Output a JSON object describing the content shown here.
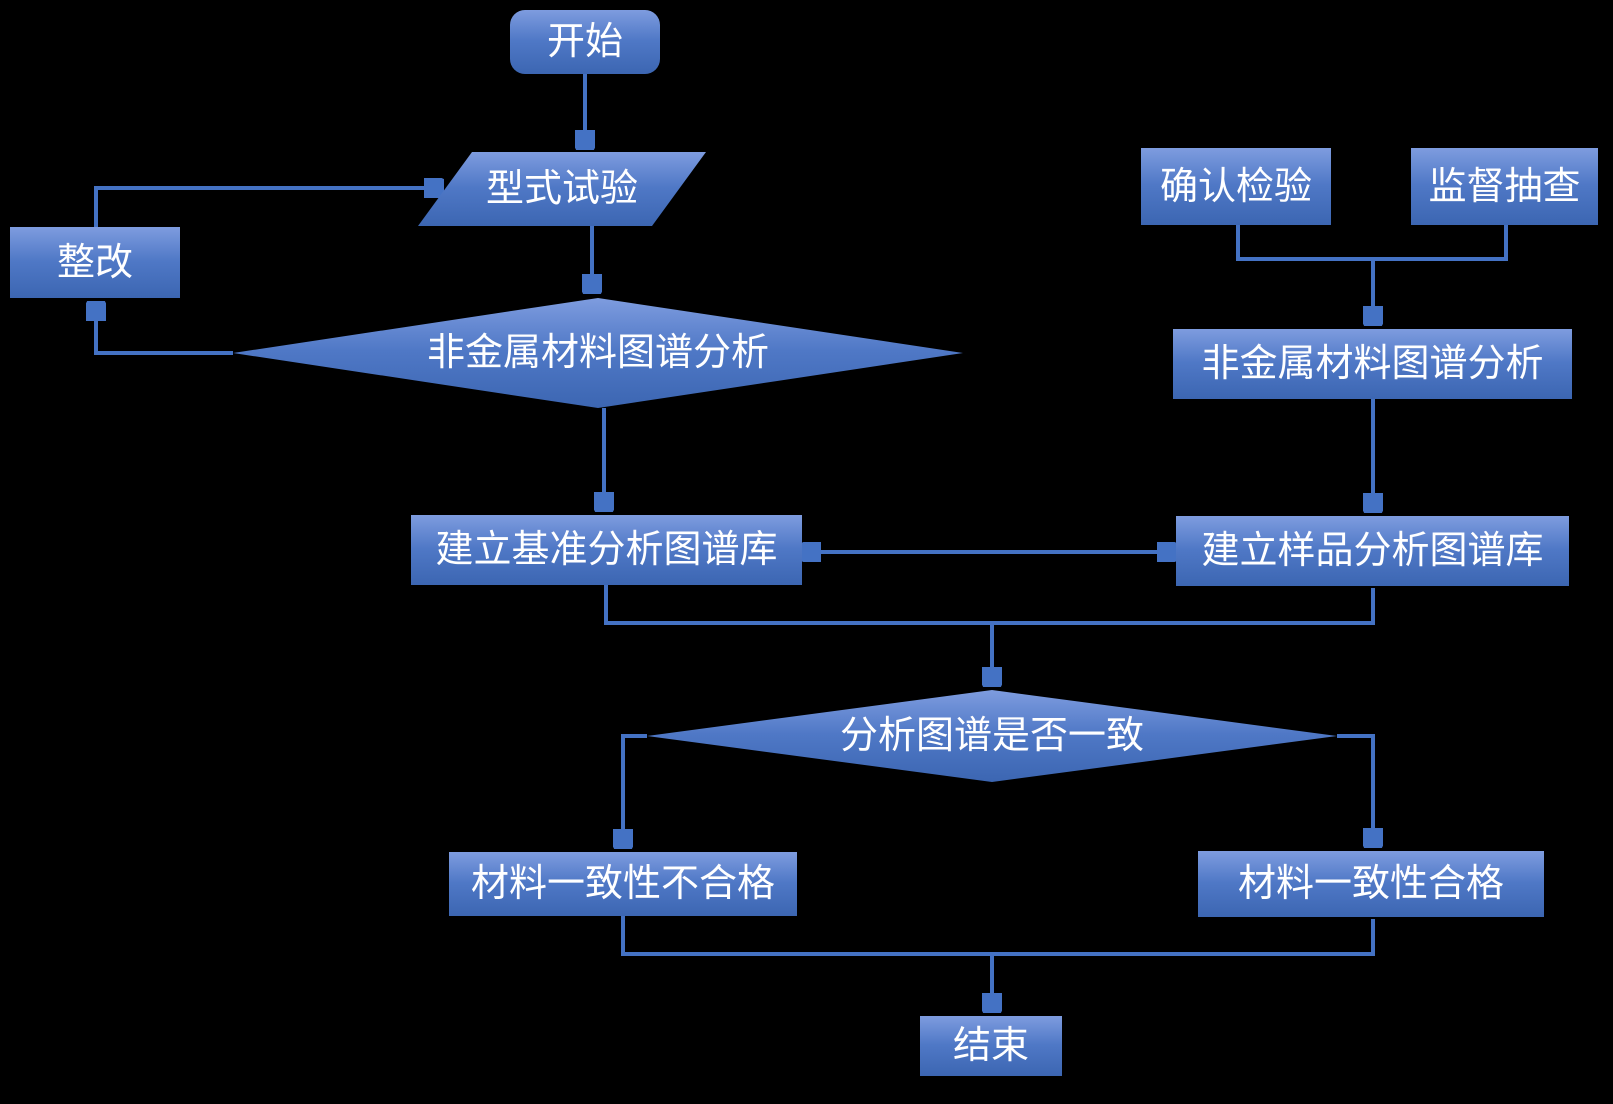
{
  "diagram": {
    "title": "",
    "colors": {
      "background": "#000000",
      "node_gradient_top": "#7e9cdf",
      "node_gradient_mid": "#4f78c6",
      "node_gradient_bottom": "#3c66b2",
      "edge": "#4472c4",
      "text": "#ffffff"
    },
    "nodes": [
      {
        "id": "start",
        "shape": "rounded-rect",
        "label": "开始"
      },
      {
        "id": "type-test",
        "shape": "parallelogram",
        "label": "型式试验"
      },
      {
        "id": "rectify",
        "shape": "rect",
        "label": "整改"
      },
      {
        "id": "spectrum-decision",
        "shape": "diamond",
        "label": "非金属材料图谱分析"
      },
      {
        "id": "baseline-library",
        "shape": "rect",
        "label": "建立基准分析图谱库"
      },
      {
        "id": "confirm-inspection",
        "shape": "rect",
        "label": "确认检验"
      },
      {
        "id": "supervision-sampling",
        "shape": "rect",
        "label": "监督抽查"
      },
      {
        "id": "sample-analysis",
        "shape": "rect",
        "label": "非金属材料图谱分析"
      },
      {
        "id": "sample-library",
        "shape": "rect",
        "label": "建立样品分析图谱库"
      },
      {
        "id": "consistency-decision",
        "shape": "diamond",
        "label": "分析图谱是否一致"
      },
      {
        "id": "fail",
        "shape": "rect",
        "label": "材料一致性不合格"
      },
      {
        "id": "pass",
        "shape": "rect",
        "label": "材料一致性合格"
      },
      {
        "id": "end",
        "shape": "rect",
        "label": "结束"
      }
    ],
    "edges": [
      {
        "from": "start",
        "to": "type-test",
        "arrow": "end"
      },
      {
        "from": "type-test",
        "to": "spectrum-decision",
        "arrow": "end"
      },
      {
        "from": "spectrum-decision",
        "to": "rectify",
        "arrow": "end"
      },
      {
        "from": "rectify",
        "to": "type-test",
        "arrow": "end"
      },
      {
        "from": "spectrum-decision",
        "to": "baseline-library",
        "arrow": "end"
      },
      {
        "from": "confirm-inspection",
        "to": "sample-analysis",
        "arrow": "end"
      },
      {
        "from": "supervision-sampling",
        "to": "sample-analysis",
        "arrow": "end"
      },
      {
        "from": "sample-analysis",
        "to": "sample-library",
        "arrow": "end"
      },
      {
        "from": "baseline-library",
        "to": "sample-library",
        "arrow": "both"
      },
      {
        "from": "baseline-library",
        "to": "consistency-decision",
        "arrow": "end"
      },
      {
        "from": "sample-library",
        "to": "consistency-decision",
        "arrow": "end"
      },
      {
        "from": "consistency-decision",
        "to": "fail",
        "arrow": "end"
      },
      {
        "from": "consistency-decision",
        "to": "pass",
        "arrow": "end"
      },
      {
        "from": "fail",
        "to": "end",
        "arrow": "end"
      },
      {
        "from": "pass",
        "to": "end",
        "arrow": "end"
      }
    ]
  }
}
